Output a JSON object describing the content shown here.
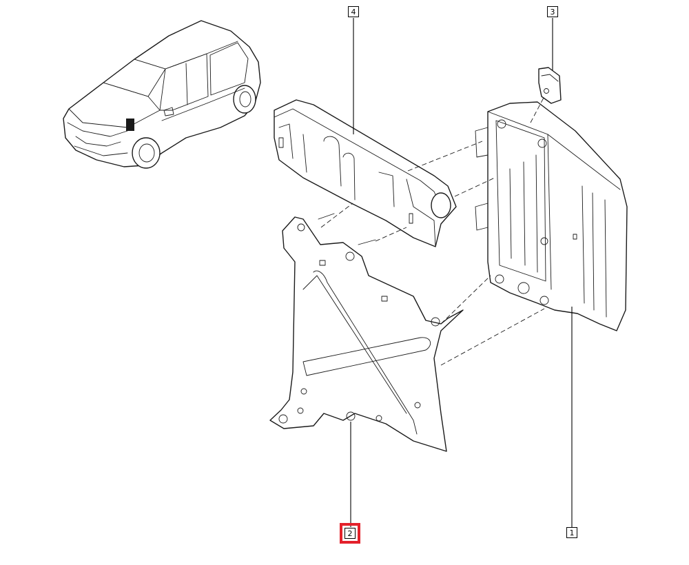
{
  "diagram": {
    "callouts": [
      {
        "id": "1",
        "part": "ecu"
      },
      {
        "id": "2",
        "part": "mounting-plate",
        "highlighted": true
      },
      {
        "id": "3",
        "part": "clip"
      },
      {
        "id": "4",
        "part": "upper-bracket"
      }
    ],
    "highlight_color": "#e3212b",
    "line_color": "#1a1a1a"
  }
}
